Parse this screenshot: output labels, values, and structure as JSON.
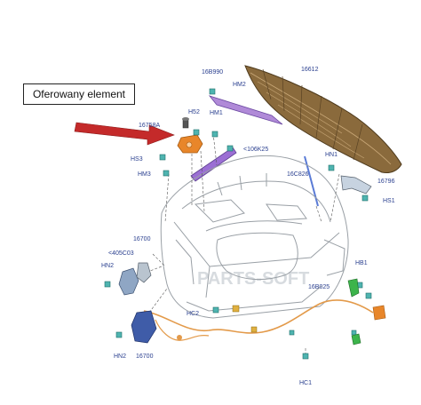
{
  "callout": {
    "text": "Oferowany element"
  },
  "watermark": {
    "text": "PARTS-SOFT"
  },
  "part_labels": {
    "l16B990": "16B990",
    "l16612": "16612",
    "lHM2_top": "HM2",
    "lH52": "H52",
    "lHM1": "HM1",
    "l16758A": "16758A",
    "lHS3": "HS3",
    "l106K25": "<106K25",
    "lHM3": "HM3",
    "l16C826": "16C826",
    "lHN1": "HN1",
    "l16796": "16796",
    "lHS1": "HS1",
    "l16700_top": "16700",
    "l405C03": "<405C03",
    "lHN2_top": "HN2",
    "lHB1": "HB1",
    "l16B025": "16B025",
    "lHC2": "HC2",
    "lHN2_bot": "HN2",
    "l16700_bot": "16700",
    "lHC1": "HC1"
  },
  "colors": {
    "label_text": "#2a3f8f",
    "arrow_red": "#c42a2a",
    "highlight_part": "#e8862a",
    "strut_purple": "#9b6fd4",
    "hood_brown": "#8a6a3c",
    "clip_teal": "#4fb4b0",
    "line_art": "#9aa0a6",
    "cable_orange": "#e39a4a",
    "clip_green": "#3cb44b"
  }
}
